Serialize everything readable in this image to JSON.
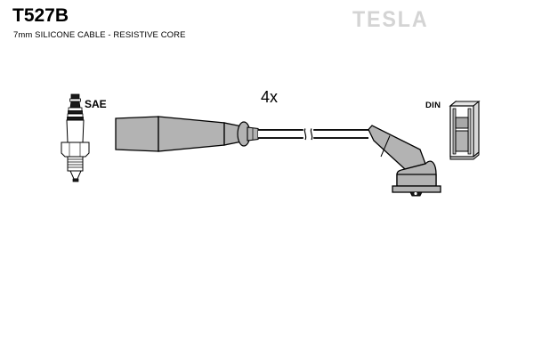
{
  "document": {
    "kind": "automotive-parts-catalog-illustration",
    "background_color": "#ffffff"
  },
  "header": {
    "part_number": "T527B",
    "description": "7mm SILICONE CABLE - RESISTIVE CORE",
    "brand": "TESLA",
    "brand_color": "#d4d4d4"
  },
  "labels": {
    "spark_plug_end": "SAE",
    "distributor_end": "DIN",
    "quantity": "4x"
  },
  "colors": {
    "outline": "#000000",
    "metal_fill": "#ffffff",
    "boot_fill": "#b3b3b3",
    "boot_fill_light": "#c4c4c4",
    "boot_fill_dark": "#9a9a9a",
    "cable_fill": "#ffffff",
    "plug_dark": "#1a1a1a",
    "plug_mid": "#7a7a7a"
  },
  "parts": [
    {
      "name": "spark-plug-icon",
      "label": "SAE",
      "description": "SAE terminal spark plug reference symbol"
    },
    {
      "name": "spark-plug-boot",
      "description": "straight tapered silicone spark plug boot with retaining collar"
    },
    {
      "name": "ignition-cable",
      "description": "7mm silicone ignition lead with break symbol indicating variable length"
    },
    {
      "name": "distributor-boot",
      "description": "right-angle silicone distributor cap boot with flanged base"
    },
    {
      "name": "din-terminal",
      "label": "DIN",
      "description": "DIN style distributor cap tower connector"
    }
  ]
}
